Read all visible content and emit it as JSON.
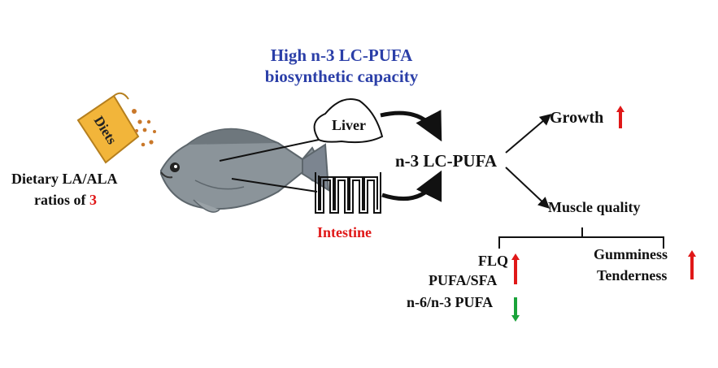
{
  "title": {
    "line1": "High n-3 LC-PUFA",
    "line2": "biosynthetic capacity"
  },
  "diet": {
    "bag_label": "Diets",
    "text_line1": "Dietary LA/ALA",
    "text_line2_prefix": "ratios of ",
    "text_line2_value": "3"
  },
  "organs": {
    "liver": "Liver",
    "intestine": "Intestine"
  },
  "hub": "n-3 LC-PUFA",
  "outcomes": {
    "growth": "Growth",
    "muscle_quality": "Muscle quality",
    "flq": "FLQ",
    "pufa_sfa": "PUFA/SFA",
    "n6_n3": "n-6/n-3 PUFA",
    "gumminess": "Gumminess",
    "tenderness": "Tenderness"
  },
  "colors": {
    "title": "#2b3fa8",
    "accent_red": "#e01818",
    "down_green": "#1aa33a",
    "bag": "#f2b53a",
    "pellets": "#c9782a"
  },
  "icons": {
    "bag": "feed-bag-icon",
    "fish": "tilapia-fish-icon",
    "liver": "liver-outline-icon",
    "intestine": "intestine-outline-icon"
  }
}
